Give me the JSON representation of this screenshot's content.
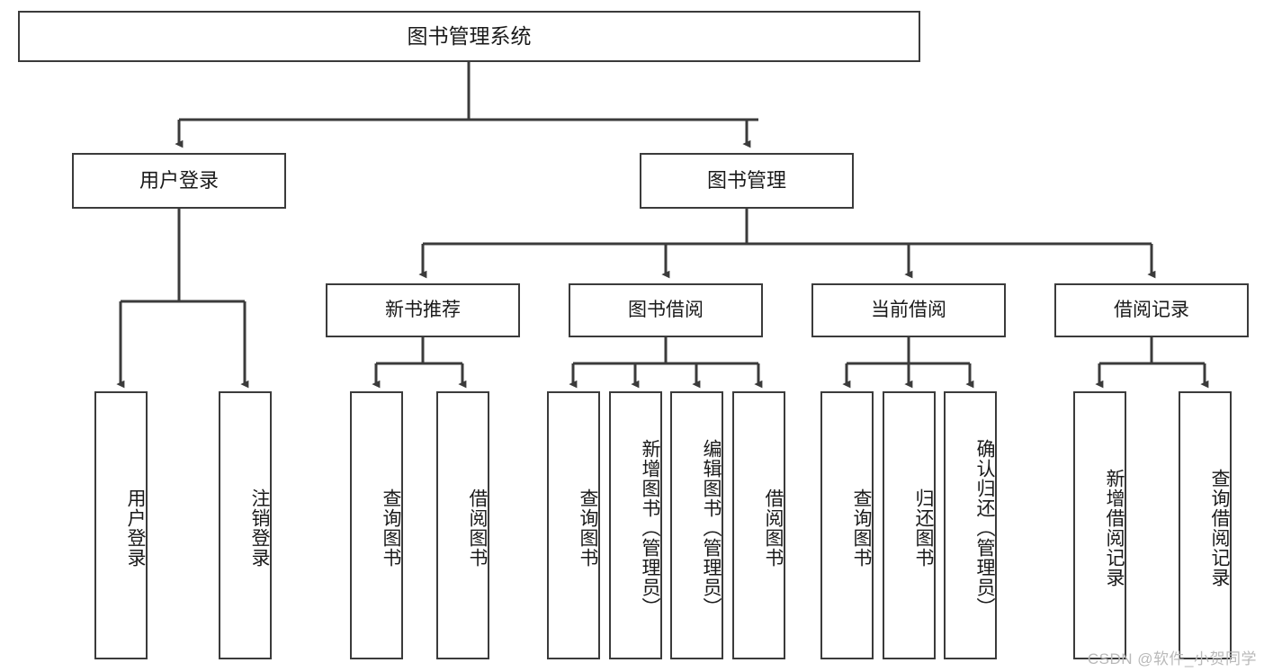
{
  "diagram": {
    "title": "图书管理系统",
    "type": "tree",
    "watermark": "CSDN @软件_小贺同学",
    "colors": {
      "box_border": "#3b3b3b",
      "box_fill": "#ffffff",
      "connector": "#3b3b3b",
      "text": "#1a1a1a",
      "watermark": "#b9b9b9",
      "background": "#ffffff"
    }
  },
  "nodes": {
    "root": {
      "label": "图书管理系统"
    },
    "level1": [
      {
        "label": "用户登录"
      },
      {
        "label": "图书管理"
      }
    ],
    "level2": [
      {
        "label": "新书推荐"
      },
      {
        "label": "图书借阅"
      },
      {
        "label": "当前借阅"
      },
      {
        "label": "借阅记录"
      }
    ],
    "leaves": [
      {
        "label": "用户登录"
      },
      {
        "label": "注销登录"
      },
      {
        "label": "查询图书"
      },
      {
        "label": "借阅图书"
      },
      {
        "label": "查询图书"
      },
      {
        "label": "新增图书（管理员）"
      },
      {
        "label": "编辑图书（管理员）"
      },
      {
        "label": "借阅图书"
      },
      {
        "label": "查询图书"
      },
      {
        "label": "归还图书"
      },
      {
        "label": "确认归还（管理员）"
      },
      {
        "label": "新增借阅记录"
      },
      {
        "label": "查询借阅记录"
      }
    ]
  },
  "tree_structure": {
    "图书管理系统": [
      "用户登录",
      "图书管理"
    ],
    "用户登录": [
      "用户登录",
      "注销登录"
    ],
    "图书管理": [
      "新书推荐",
      "图书借阅",
      "当前借阅",
      "借阅记录"
    ],
    "新书推荐": [
      "查询图书",
      "借阅图书"
    ],
    "图书借阅": [
      "查询图书",
      "新增图书（管理员）",
      "编辑图书（管理员）",
      "借阅图书"
    ],
    "当前借阅": [
      "查询图书",
      "归还图书",
      "确认归还（管理员）"
    ],
    "借阅记录": [
      "新增借阅记录",
      "查询借阅记录"
    ]
  }
}
